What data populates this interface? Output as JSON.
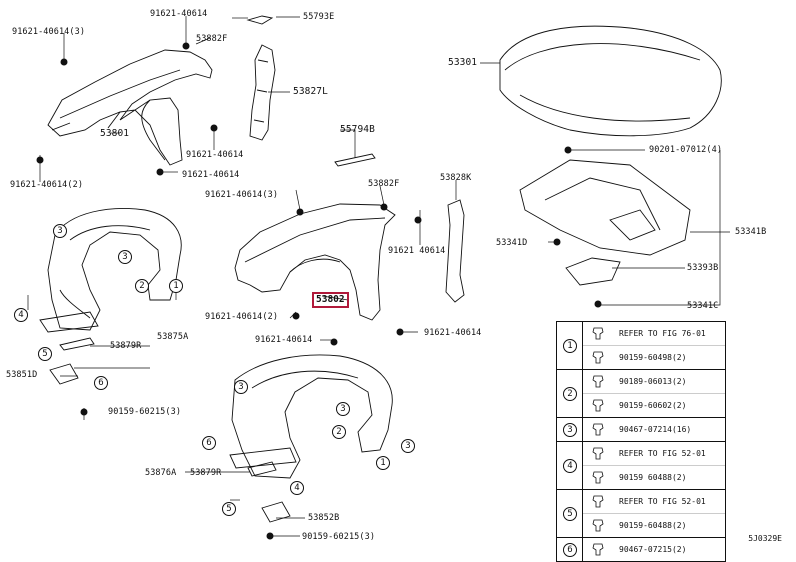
{
  "labels": {
    "p91621_40614_3_a": "91621-40614(3)",
    "p91621_40614_a": "91621-40614",
    "p55793E": "55793E",
    "p53882F_a": "53882F",
    "p53827L": "53827L",
    "p53801": "53801",
    "p91621_40614_b": "91621-40614",
    "p91621_40614_2_a": "91621-40614(2)",
    "p91621_40614_c": "91621-40614",
    "p55794B": "55794B",
    "p91621_40614_3_b": "91621-40614(3)",
    "p53882F_b": "53882F",
    "p53828K": "53828K",
    "p91621_40614_d": "91621 40614",
    "p53802": "53802",
    "p91621_40614_2_b": "91621-40614(2)",
    "p91621_40614_e": "91621-40614",
    "p91621_40614_f": "91621-40614",
    "p53301": "53301",
    "p90201_07012_4": "90201-07012(4)",
    "p53341B": "53341B",
    "p53341D": "53341D",
    "p53393B": "53393B",
    "p53341C": "53341C",
    "p53875A": "53875A",
    "p53879R_a": "53879R",
    "p53851D": "53851D",
    "p90159_60215_3_a": "90159-60215(3)",
    "p53876A": "53876A",
    "p53879R_b": "53879R",
    "p53852B": "53852B",
    "p90159_60215_3_b": "90159-60215(3)"
  },
  "callouts": {
    "c1": "1",
    "c2": "2",
    "c3": "3",
    "c3b": "3",
    "c4": "4",
    "c5": "5",
    "c6": "6",
    "d1": "1",
    "d2": "2",
    "d3": "3",
    "d3b": "3",
    "d4": "4",
    "d5": "5",
    "d6": "6"
  },
  "legend": [
    {
      "num": "1",
      "rows": [
        {
          "icon": "refer-clip-icon",
          "text": "REFER TO FIG 76-01"
        },
        {
          "icon": "clip-icon",
          "text": "90159-60498(2)"
        }
      ]
    },
    {
      "num": "2",
      "rows": [
        {
          "icon": "clip-icon",
          "text": "90189-06013(2)"
        },
        {
          "icon": "clip-icon",
          "text": "90159-60602(2)"
        }
      ]
    },
    {
      "num": "3",
      "rows": [
        {
          "icon": "push-rivet-icon",
          "text": "90467-07214(16)"
        }
      ]
    },
    {
      "num": "4",
      "rows": [
        {
          "icon": "refer-clip-icon",
          "text": "REFER TO FIG 52-01"
        },
        {
          "icon": "clip-icon",
          "text": "90159 60488(2)"
        }
      ]
    },
    {
      "num": "5",
      "rows": [
        {
          "icon": "refer-clip-icon",
          "text": "REFER TO FIG 52-01"
        },
        {
          "icon": "clip-icon",
          "text": "90159-60488(2)"
        }
      ]
    },
    {
      "num": "6",
      "rows": [
        {
          "icon": "push-rivet-icon",
          "text": "90467-07215(2)"
        }
      ]
    }
  ],
  "diagram_code": "5J0329E",
  "colors": {
    "highlight": "#b0193a",
    "line": "#111111"
  }
}
